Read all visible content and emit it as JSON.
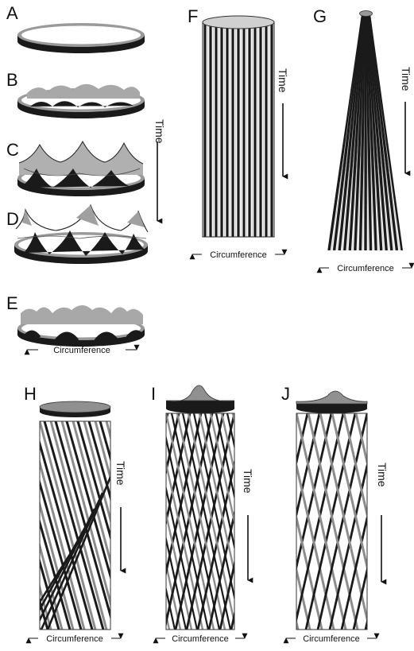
{
  "figure": {
    "panel_labels": [
      "A",
      "B",
      "C",
      "D",
      "E",
      "F",
      "G",
      "H",
      "I",
      "J"
    ],
    "time_label": "Time",
    "circumference_label": "Circumference",
    "colors": {
      "ink": "#111111",
      "stripe_dark": "#1a1a1a",
      "stripe_gray": "#8c8c8c",
      "light_gray": "#c8c8c8",
      "background": "#ffffff"
    }
  }
}
